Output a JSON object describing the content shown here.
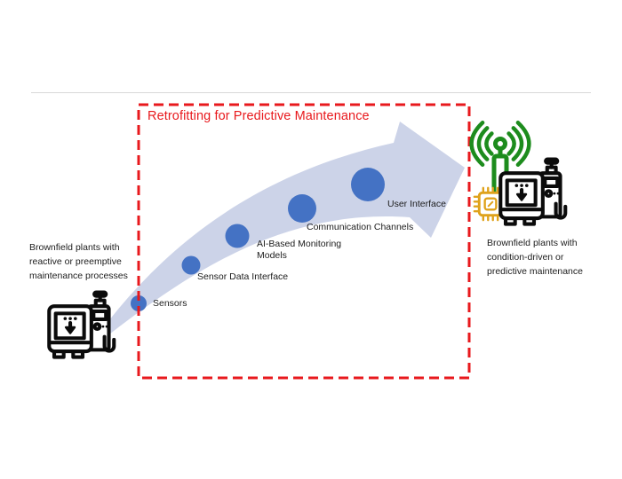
{
  "figure": {
    "title": "Retrofitting for Predictive Maintenance",
    "stages": [
      {
        "label": "Sensors"
      },
      {
        "label": "Sensor Data Interface"
      },
      {
        "label": "AI-Based Monitoring Models"
      },
      {
        "label": "Communication Channels"
      },
      {
        "label": "User Interface"
      }
    ],
    "source_plant": {
      "caption": "Brownfield plants with reactive or preemptive maintenance processes",
      "icon": "industrial-machine-icon"
    },
    "target_plant": {
      "caption": "Brownfield plants with condition-driven or predictive maintenance",
      "icons": [
        "industrial-machine-icon",
        "wireless-antenna-icon",
        "microchip-icon"
      ]
    },
    "colors": {
      "frame_red": "#e8191d",
      "title_red": "#e8191d",
      "arrow_fill": "#ccd3e8",
      "node_blue": "#4472c4",
      "antenna_green": "#1d8c1d",
      "chip_orange": "#dfa21b",
      "machine_outline": "#0b0b0b",
      "top_rule_gray": "#d9d9d9"
    }
  }
}
